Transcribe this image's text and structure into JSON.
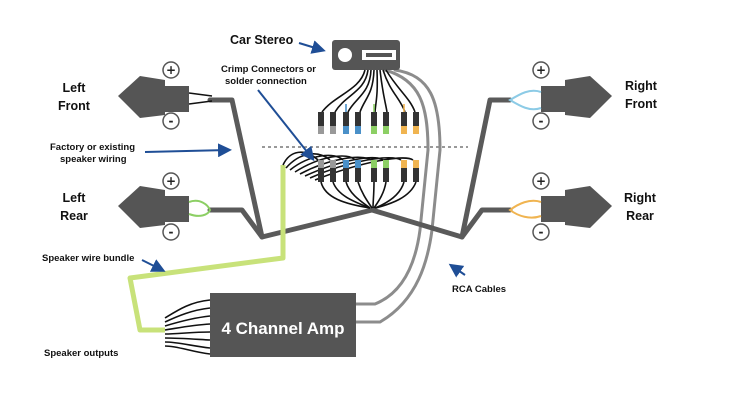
{
  "labels": {
    "car_stereo": "Car Stereo",
    "crimp_1": "Crimp Connectors or",
    "crimp_2": "solder connection",
    "left_front_1": "Left",
    "left_front_2": "Front",
    "right_front_1": "Right",
    "right_front_2": "Front",
    "left_rear_1": "Left",
    "left_rear_2": "Rear",
    "right_rear_1": "Right",
    "right_rear_2": "Rear",
    "factory_1": "Factory or existing",
    "factory_2": "speaker wiring",
    "bundle": "Speaker wire bundle",
    "rca": "RCA Cables",
    "outputs": "Speaker outputs",
    "amp": "4 Channel Amp"
  },
  "terminals": {
    "plus": "+",
    "minus": "-"
  },
  "colors": {
    "speaker": "#555555",
    "wire_gray": "#5a5a5a",
    "rca": "#8c8c8c",
    "bundle": "#c8e27a",
    "arrow": "#1f4e96",
    "amp": "#555555",
    "wire_blue": "#4a90c8",
    "wire_green": "#8ccf64",
    "wire_orange": "#f0b450",
    "wire_lightblue": "#8ccbe6"
  }
}
